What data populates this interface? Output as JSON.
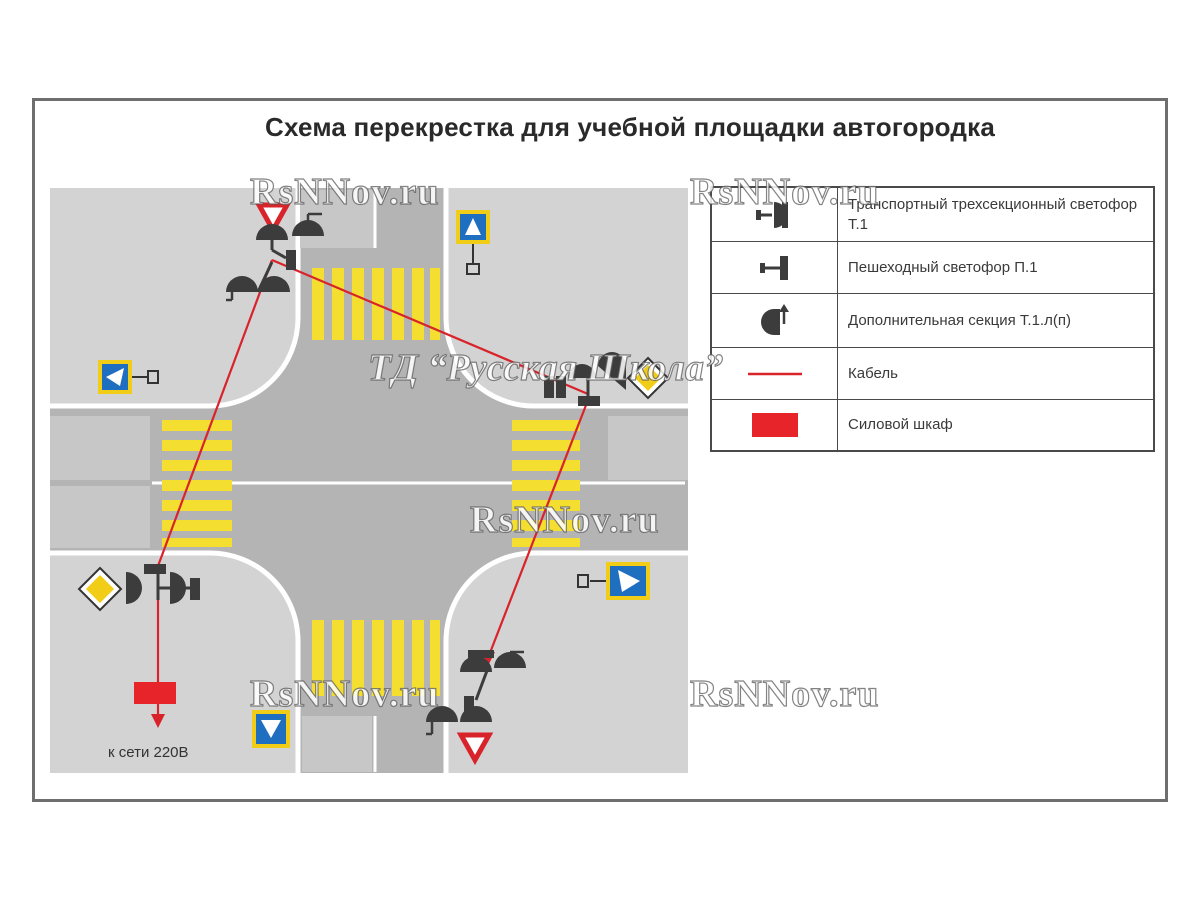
{
  "title": "Схема перекрестка для учебной площадки автогородка",
  "legend": {
    "items": [
      {
        "symbol": "transport-traffic-light-icon",
        "label": "Транспортный  трехсекционный светофор Т.1"
      },
      {
        "symbol": "pedestrian-traffic-light-icon",
        "label": "Пешеходный светофор П.1"
      },
      {
        "symbol": "additional-section-icon",
        "label": "Дополнительная секция Т.1.л(п)"
      },
      {
        "symbol": "cable-icon",
        "label": "Кабель"
      },
      {
        "symbol": "power-cabinet-icon",
        "label": "Силовой шкаф"
      }
    ]
  },
  "annotations": {
    "grid_connection": "к сети 220В"
  },
  "watermarks": {
    "site": "RsNNov.ru",
    "shop": "ТД “Русская Школа”"
  },
  "colors": {
    "road": "#b4b4b4",
    "sidewalk": "#d3d3d3",
    "zebra": "#f4de30",
    "cable": "#d9232b",
    "cabinet": "#e8242b",
    "sign_blue": "#1f6fc0",
    "sign_yellow": "#f2cd17",
    "signal_dark": "#3c3c3c"
  }
}
